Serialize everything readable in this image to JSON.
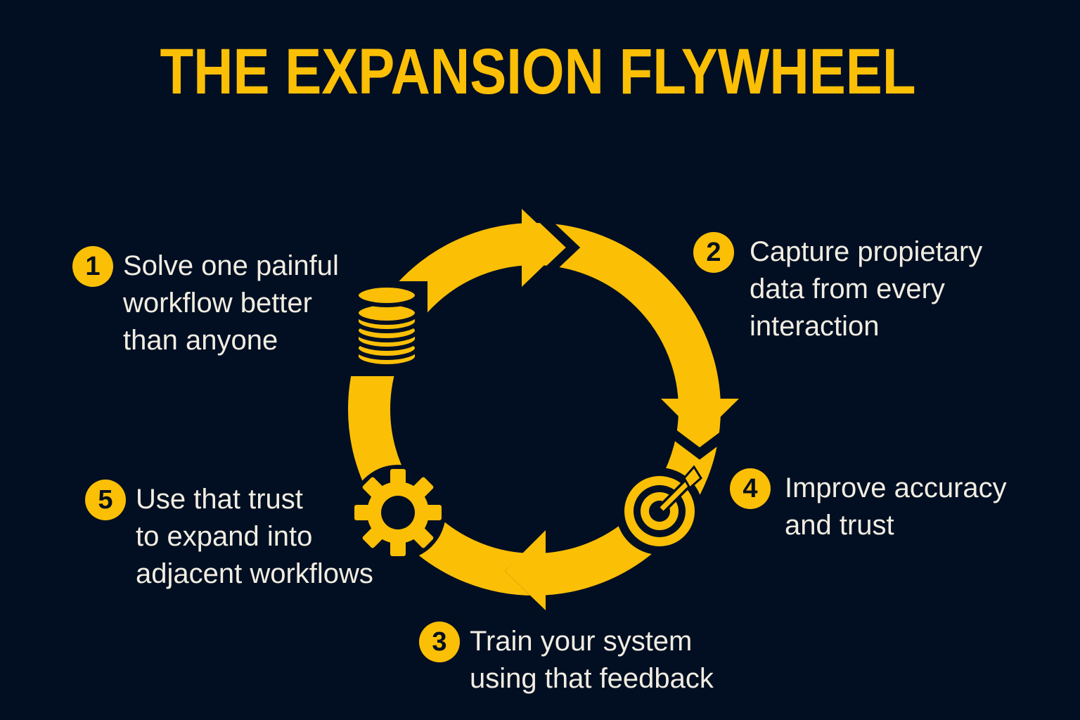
{
  "title": "THE EXPANSION FLYWHEEL",
  "colors": {
    "background": "#020f22",
    "accent": "#fbbf06",
    "text": "#f1ede2"
  },
  "steps": [
    {
      "number": "1",
      "text": "Solve one painful\nworkflow better\nthan anyone",
      "icon": "database-icon"
    },
    {
      "number": "2",
      "text": "Capture propietary\ndata from every\ninteraction"
    },
    {
      "number": "3",
      "text": "Train your system\nusing that feedback"
    },
    {
      "number": "4",
      "text": "Improve accuracy\nand trust",
      "icon": "target-icon"
    },
    {
      "number": "5",
      "text": "Use that trust\nto expand into\nadjacent workflows",
      "icon": "gear-icon"
    }
  ]
}
